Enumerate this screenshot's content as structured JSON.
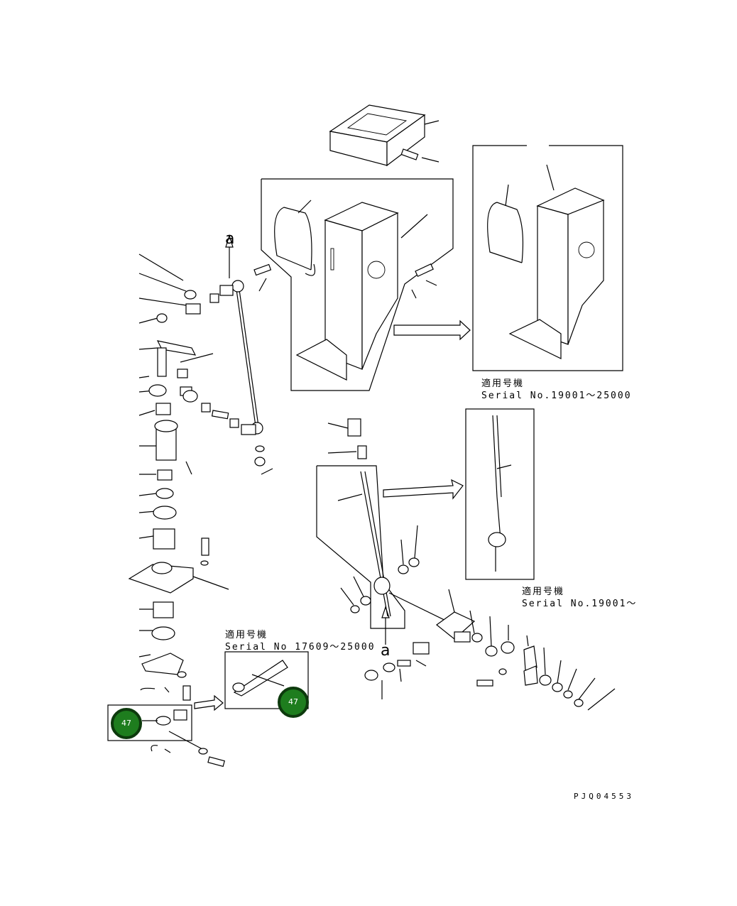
{
  "applicability": [
    {
      "heading": "適用号機",
      "serial": "Serial No.19001～25000"
    },
    {
      "heading": "適用号機",
      "serial": "Serial No.19001～"
    },
    {
      "heading": "適用号機",
      "serial": "Serial No 17609～25000"
    }
  ],
  "view_markers": [
    "a",
    "a"
  ],
  "callouts": [
    "47",
    "47"
  ],
  "drawing_code": "PJQ04553",
  "colors": {
    "callout_fill": "#1e7d1e",
    "callout_border": "#0d3a0d",
    "line": "#000000"
  }
}
